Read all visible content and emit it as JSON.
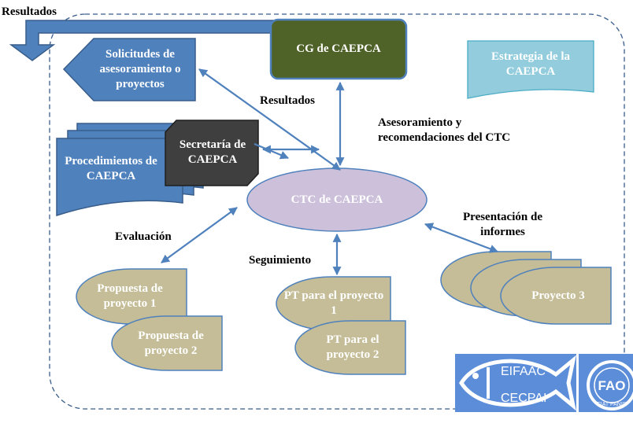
{
  "top_label": "Resultados",
  "nodes": {
    "cg": "CG de CAEPCA",
    "estrategia": "Estrategia de la CAEPCA",
    "solicitudes": "Solicitudes de asesoramiento o proyectos",
    "secretaria": "Secretaría de CAEPCA",
    "procedimientos": "Procedimientos de CAEPCA",
    "ctc": "CTC de CAEPCA",
    "propuesta1": "Propuesta de proyecto 1",
    "propuesta2": "Propuesta de proyecto 2",
    "pt1": "PT para el proyecto 1",
    "pt2": "PT para el proyecto 2",
    "proyecto3": "Proyecto 3"
  },
  "edge_labels": {
    "resultados": "Resultados",
    "asesoramiento": "Asesoramiento y recomendaciones del CTC",
    "evaluacion": "Evaluación",
    "seguimiento": "Seguimiento",
    "presentacion": "Presentación de informes"
  },
  "logos": {
    "eifaac_top": "EIFAAC",
    "eifaac_bottom": "CECPAI",
    "fao": "FAO",
    "fao_motto": "FIAT PANIS"
  },
  "colors": {
    "blue_fill": "#4F81BD",
    "blue_border": "#385D8A",
    "green_fill": "#4F6228",
    "dark_fill": "#3F3F3F",
    "light_blue_fill": "#93CDDD",
    "ellipse_fill": "#CCC0DA",
    "tan_fill": "#C4BD97",
    "arrow": "#4F81BD"
  }
}
